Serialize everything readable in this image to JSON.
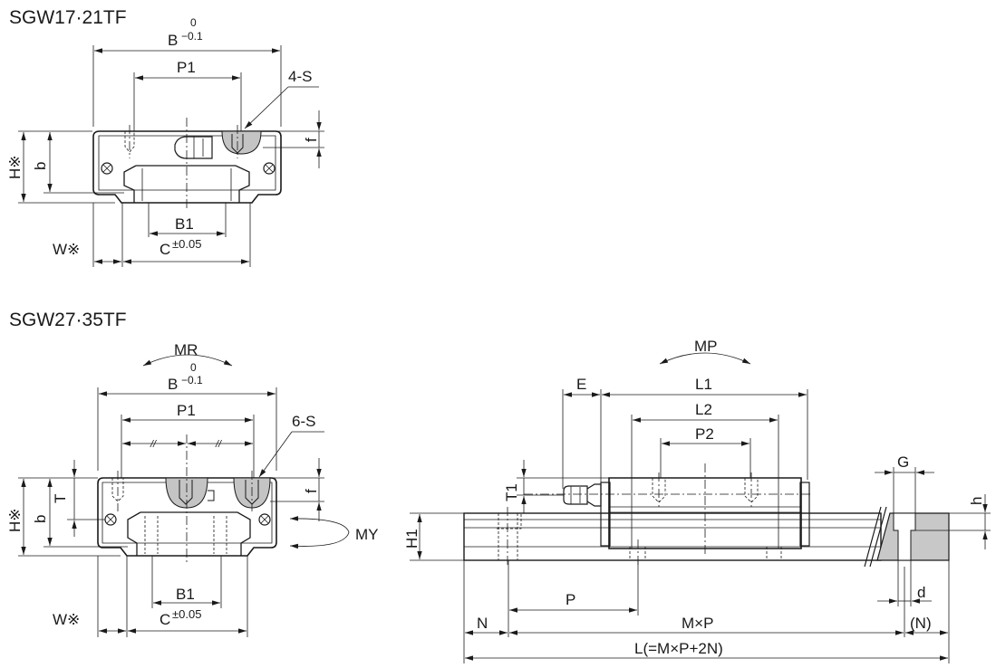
{
  "views": {
    "small": {
      "title": "SGW17·21TF",
      "B": "B",
      "B_tol_upper": "0",
      "B_tol_lower": "−0.1",
      "P1": "P1",
      "S": "4-S",
      "f": "f",
      "H": "H※",
      "b": "b",
      "B1": "B1",
      "C": "C",
      "C_tol": "±0.05",
      "W": "W※"
    },
    "large": {
      "title": "SGW27·35TF",
      "MR": "MR",
      "B": "B",
      "B_tol_upper": "0",
      "B_tol_lower": "−0.1",
      "P1": "P1",
      "equal1": "//",
      "equal2": "//",
      "S": "6-S",
      "T": "T",
      "f": "f",
      "H": "H※",
      "b": "b",
      "MY": "MY",
      "B1": "B1",
      "C": "C",
      "C_tol": "±0.05",
      "W": "W※"
    },
    "side": {
      "MP": "MP",
      "E": "E",
      "L1": "L1",
      "L2": "L2",
      "P2": "P2",
      "T1": "T1",
      "H1": "H1",
      "G": "G",
      "h": "h",
      "d": "d",
      "P": "P",
      "N": "N",
      "MxP": "M×P",
      "N_paren": "(N)",
      "L": "L(=M×P+2N)"
    }
  }
}
